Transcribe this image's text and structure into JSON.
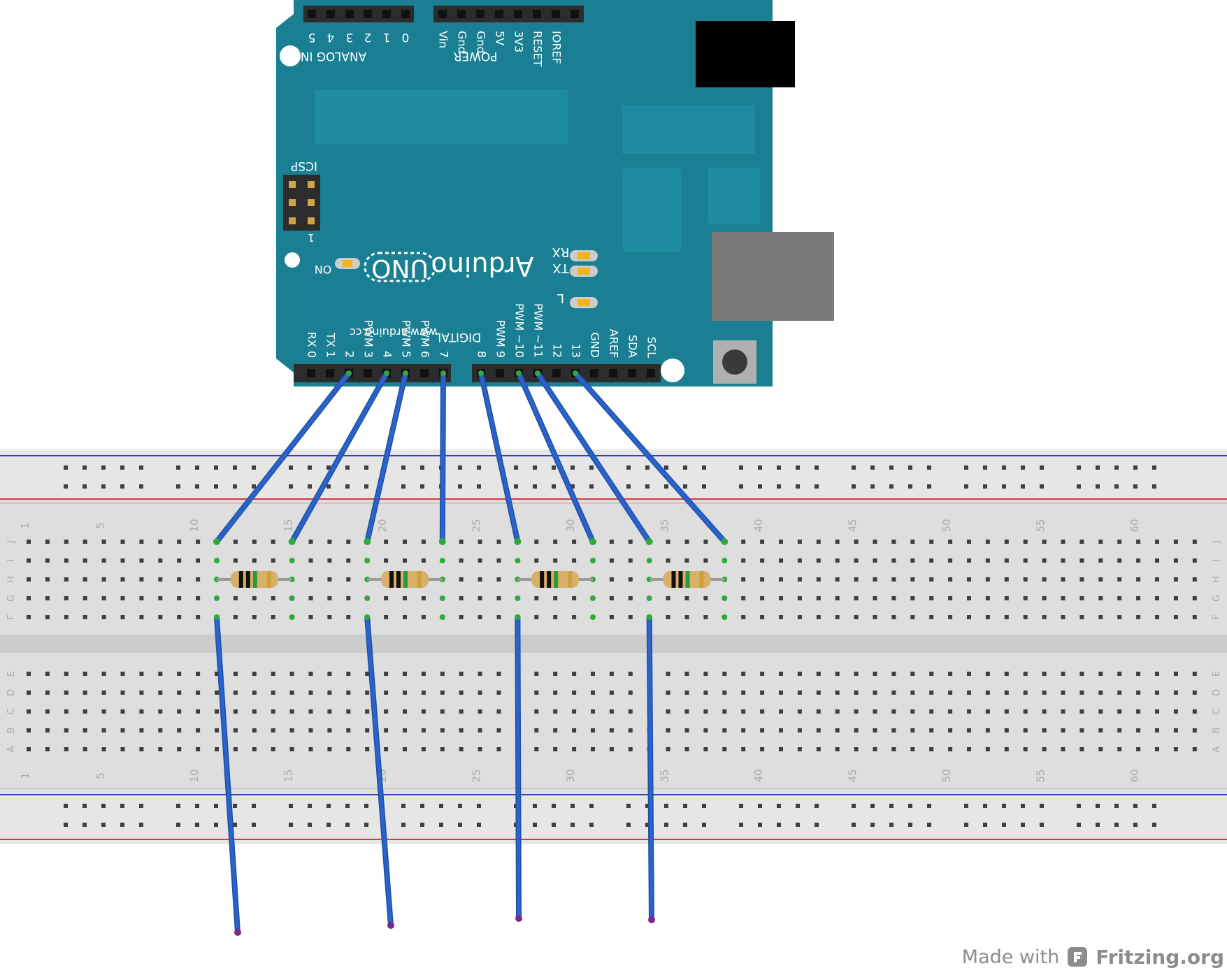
{
  "arduino": {
    "brand": "Arduino",
    "model": "UNO",
    "website": "www.arduino.cc",
    "icsp": "ICSP",
    "icsp_pin": "1",
    "on": "ON",
    "rx": "RX",
    "tx": "TX",
    "l": "L",
    "analog_header": "ANALOG IN",
    "power_header": "POWER",
    "digital_header": "DIGITAL",
    "analog_pins": [
      "5",
      "4",
      "3",
      "2",
      "1",
      "0"
    ],
    "power_pins": [
      "Vin",
      "Gnd",
      "Gnd",
      "5V",
      "3V3",
      "RESET",
      "IOREF"
    ],
    "digital_labels": [
      "RX 0",
      "TX 1",
      "2",
      "PWM 3",
      "4",
      "PWM 5",
      "PWM 6",
      "7",
      "8",
      "PWM 9",
      "PWM ~10",
      "PWM ~11",
      "12",
      "13",
      "GND",
      "AREF",
      "SDA",
      "SCL"
    ]
  },
  "breadboard": {
    "upper_rows": [
      "J",
      "I",
      "H",
      "G",
      "F"
    ],
    "lower_rows": [
      "E",
      "D",
      "C",
      "B",
      "A"
    ],
    "column_numbers": [
      "1",
      "5",
      "10",
      "15",
      "20",
      "25",
      "30",
      "35",
      "40",
      "45",
      "50",
      "55",
      "60"
    ]
  },
  "colors": {
    "board": "#1a7f93",
    "wire": "#2a63c9",
    "breadboard": "#dedede"
  },
  "credit": {
    "made_with": "Made with",
    "brand": "Fritzing.org"
  }
}
